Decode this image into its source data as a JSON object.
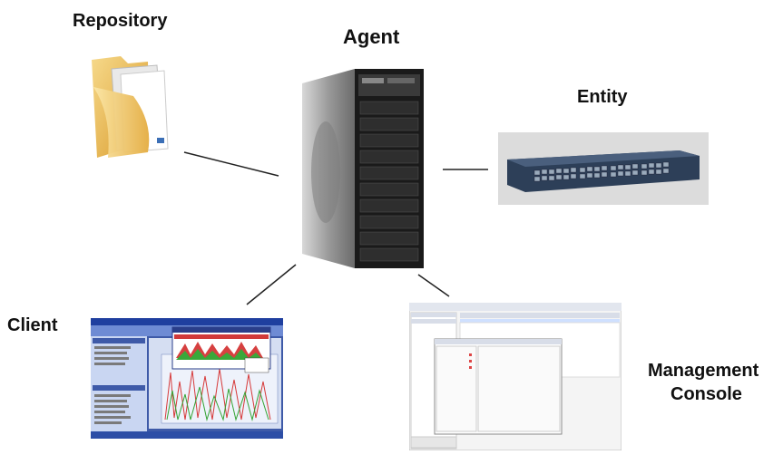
{
  "labels": {
    "repository": "Repository",
    "agent": "Agent",
    "entity": "Entity",
    "client": "Client",
    "management_console_line1": "Management",
    "management_console_line2": "Console"
  }
}
